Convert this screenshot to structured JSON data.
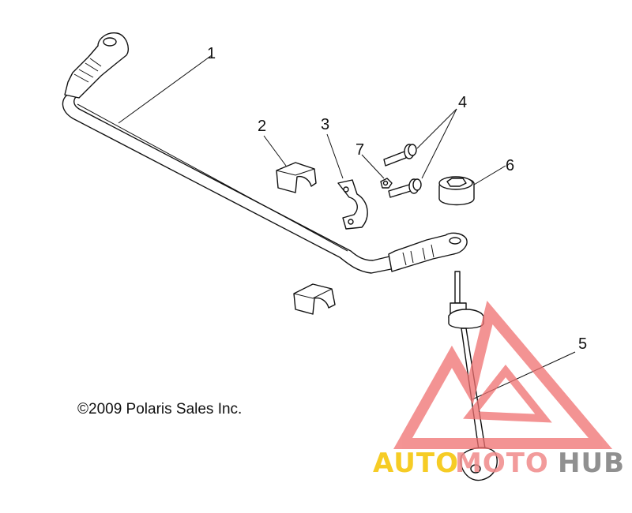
{
  "callouts": [
    {
      "id": "1",
      "label": "1"
    },
    {
      "id": "2",
      "label": "2"
    },
    {
      "id": "3",
      "label": "3"
    },
    {
      "id": "4",
      "label": "4"
    },
    {
      "id": "5",
      "label": "5"
    },
    {
      "id": "6",
      "label": "6"
    },
    {
      "id": "7",
      "label": "7"
    }
  ],
  "copyright": "©2009 Polaris Sales Inc.",
  "watermark": {
    "part1": "AUTO",
    "part2": "MOTO",
    "part3": "HUB",
    "colors": {
      "triangle": "#f07070",
      "auto": "#f5c400",
      "moto": "#f08a8a",
      "hub": "#7d7d7d"
    }
  }
}
